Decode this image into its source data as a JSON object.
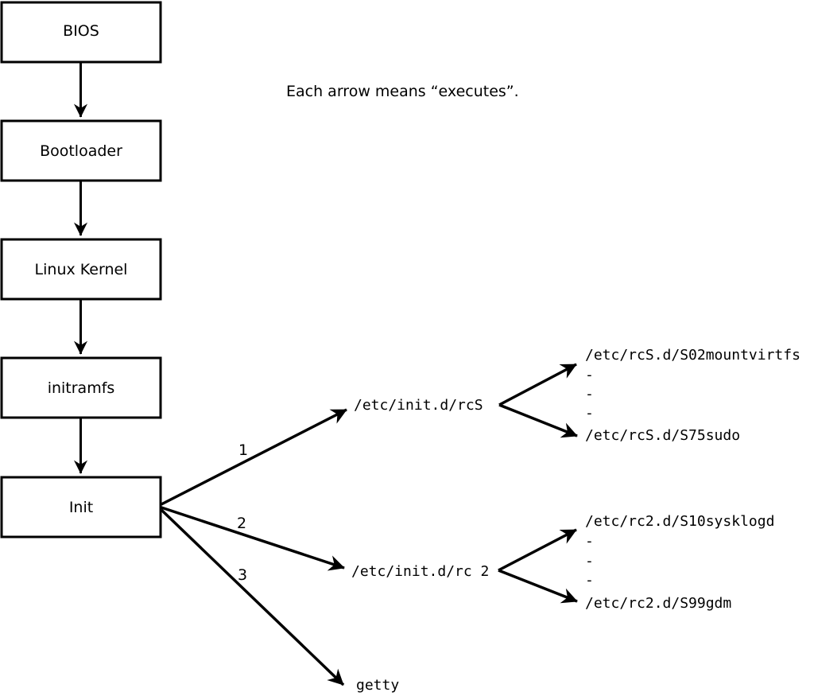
{
  "note": "Each arrow means “executes”.",
  "chain": [
    {
      "label": "BIOS"
    },
    {
      "label": "Bootloader"
    },
    {
      "label": "Linux Kernel"
    },
    {
      "label": "initramfs"
    },
    {
      "label": "Init"
    }
  ],
  "branch_labels": [
    "1",
    "2",
    "3"
  ],
  "branches": {
    "rcs": {
      "script": "/etc/init.d/rcS",
      "children": [
        "/etc/rcS.d/S02mountvirtfs",
        "-",
        "-",
        "-",
        "/etc/rcS.d/S75sudo"
      ]
    },
    "rc2": {
      "script": "/etc/init.d/rc 2",
      "children": [
        "/etc/rc2.d/S10sysklogd",
        "-",
        "-",
        "-",
        "/etc/rc2.d/S99gdm"
      ]
    },
    "getty": {
      "script": "getty"
    }
  },
  "colors": {
    "foreground": "#000000",
    "background": "#ffffff"
  }
}
